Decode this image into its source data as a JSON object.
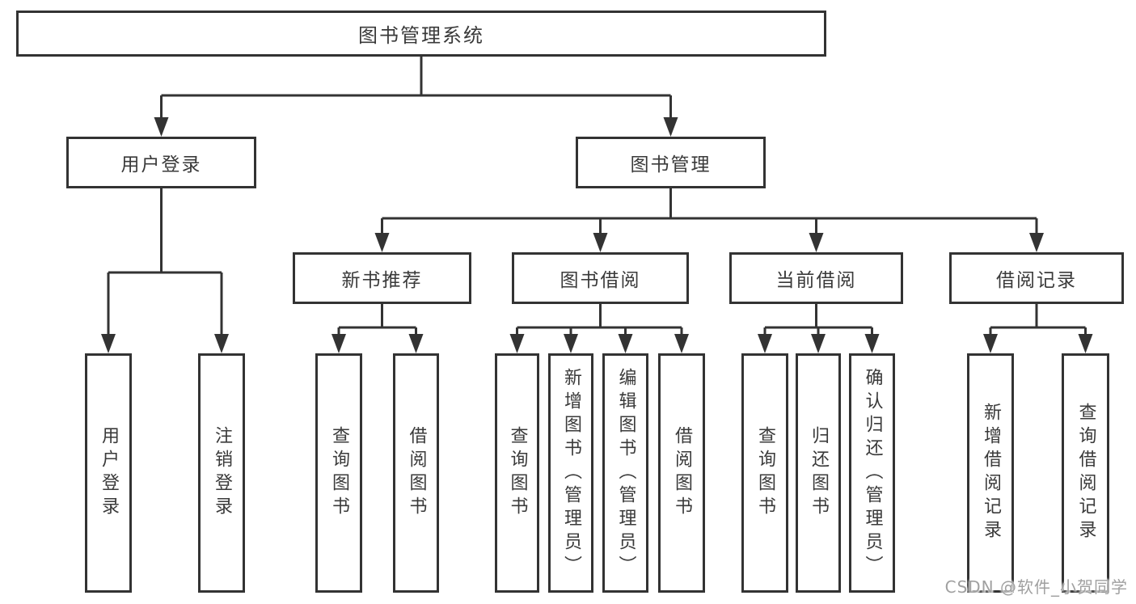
{
  "tree": {
    "label": "图书管理系统",
    "children": [
      {
        "label": "用户登录",
        "children": [
          {
            "label": "用户登录"
          },
          {
            "label": "注销登录"
          }
        ]
      },
      {
        "label": "图书管理",
        "children": [
          {
            "label": "新书推荐",
            "children": [
              {
                "label": "查询图书"
              },
              {
                "label": "借阅图书"
              }
            ]
          },
          {
            "label": "图书借阅",
            "children": [
              {
                "label": "查询图书"
              },
              {
                "label": "新增图书（管理员）"
              },
              {
                "label": "编辑图书（管理员）"
              },
              {
                "label": "借阅图书"
              }
            ]
          },
          {
            "label": "当前借阅",
            "children": [
              {
                "label": "查询图书"
              },
              {
                "label": "归还图书"
              },
              {
                "label": "确认归还（管理员）"
              }
            ]
          },
          {
            "label": "借阅记录",
            "children": [
              {
                "label": "新增借阅记录"
              },
              {
                "label": "查询借阅记录"
              }
            ]
          }
        ]
      }
    ]
  },
  "watermark": {
    "text": "CSDN @软件_小贺同学"
  },
  "colors": {
    "line": "#333333",
    "text": "#3a3a3a",
    "background": "#ffffff",
    "watermark": "#a0a0a0"
  }
}
